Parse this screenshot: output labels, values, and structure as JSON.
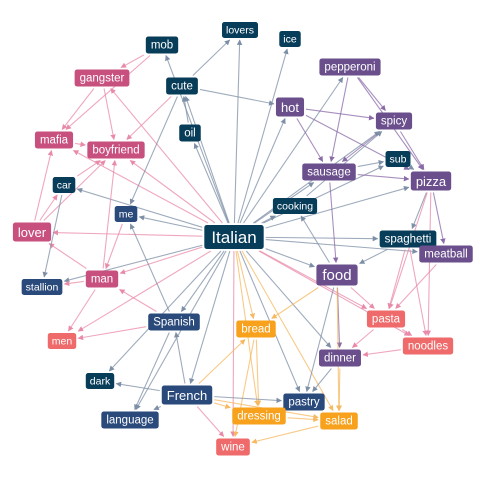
{
  "colors": {
    "darkteal": "#083d5a",
    "navy": "#2a4a7b",
    "purple": "#6a4f8c",
    "magenta": "#c8507e",
    "salmon": "#ef6a6a",
    "orange": "#f7a11d",
    "edge": "#7d8fa6",
    "edge_pink": "#e98aa8",
    "edge_orange": "#f6b860",
    "edge_purple": "#8a6aa8"
  },
  "nodes": [
    {
      "id": "Italian",
      "label": "Italian",
      "color": "darkteal",
      "size": "xl"
    },
    {
      "id": "food",
      "label": "food",
      "color": "purple",
      "size": "l"
    },
    {
      "id": "French",
      "label": "French",
      "color": "navy",
      "size": "m"
    },
    {
      "id": "pizza",
      "label": "pizza",
      "color": "purple",
      "size": "m"
    },
    {
      "id": "hot",
      "label": "hot",
      "color": "purple",
      "size": "m"
    },
    {
      "id": "lover",
      "label": "lover",
      "color": "magenta",
      "size": "m"
    },
    {
      "id": "spaghetti",
      "label": "spaghetti",
      "color": "darkteal",
      "size": "s"
    },
    {
      "id": "mob",
      "label": "mob",
      "color": "darkteal",
      "size": "s"
    },
    {
      "id": "lovers",
      "label": "lovers",
      "color": "darkteal",
      "size": "xs"
    },
    {
      "id": "ice",
      "label": "ice",
      "color": "darkteal",
      "size": "xs"
    },
    {
      "id": "gangster",
      "label": "gangster",
      "color": "magenta",
      "size": "s"
    },
    {
      "id": "cute",
      "label": "cute",
      "color": "darkteal",
      "size": "s"
    },
    {
      "id": "pepperoni",
      "label": "pepperoni",
      "color": "purple",
      "size": "s"
    },
    {
      "id": "spicy",
      "label": "spicy",
      "color": "purple",
      "size": "s"
    },
    {
      "id": "oil",
      "label": "oil",
      "color": "darkteal",
      "size": "s"
    },
    {
      "id": "mafia",
      "label": "mafia",
      "color": "magenta",
      "size": "s"
    },
    {
      "id": "boyfriend",
      "label": "boyfriend",
      "color": "magenta",
      "size": "s"
    },
    {
      "id": "sub",
      "label": "sub",
      "color": "darkteal",
      "size": "xs"
    },
    {
      "id": "sausage",
      "label": "sausage",
      "color": "purple",
      "size": "s"
    },
    {
      "id": "car",
      "label": "car",
      "color": "darkteal",
      "size": "xs"
    },
    {
      "id": "cooking",
      "label": "cooking",
      "color": "darkteal",
      "size": "xs"
    },
    {
      "id": "me",
      "label": "me",
      "color": "navy",
      "size": "xs"
    },
    {
      "id": "meatball",
      "label": "meatball",
      "color": "purple",
      "size": "s"
    },
    {
      "id": "man",
      "label": "man",
      "color": "magenta",
      "size": "s"
    },
    {
      "id": "stallion",
      "label": "stallion",
      "color": "navy",
      "size": "xs"
    },
    {
      "id": "Spanish",
      "label": "Spanish",
      "color": "navy",
      "size": "s"
    },
    {
      "id": "pasta",
      "label": "pasta",
      "color": "salmon",
      "size": "s"
    },
    {
      "id": "bread",
      "label": "bread",
      "color": "orange",
      "size": "s"
    },
    {
      "id": "men",
      "label": "men",
      "color": "salmon",
      "size": "xs"
    },
    {
      "id": "noodles",
      "label": "noodles",
      "color": "salmon",
      "size": "s"
    },
    {
      "id": "dinner",
      "label": "dinner",
      "color": "purple",
      "size": "s"
    },
    {
      "id": "dark",
      "label": "dark",
      "color": "darkteal",
      "size": "xs"
    },
    {
      "id": "pastry",
      "label": "pastry",
      "color": "navy",
      "size": "s"
    },
    {
      "id": "dressing",
      "label": "dressing",
      "color": "orange",
      "size": "s"
    },
    {
      "id": "salad",
      "label": "salad",
      "color": "orange",
      "size": "s"
    },
    {
      "id": "language",
      "label": "language",
      "color": "navy",
      "size": "s"
    },
    {
      "id": "wine",
      "label": "wine",
      "color": "salmon",
      "size": "s"
    }
  ],
  "edges": [
    [
      "Italian",
      "mob"
    ],
    [
      "Italian",
      "cute"
    ],
    [
      "Italian",
      "oil"
    ],
    [
      "Italian",
      "hot"
    ],
    [
      "Italian",
      "ice"
    ],
    [
      "Italian",
      "lovers"
    ],
    [
      "Italian",
      "pepperoni"
    ],
    [
      "Italian",
      "spicy"
    ],
    [
      "Italian",
      "sausage"
    ],
    [
      "Italian",
      "pizza"
    ],
    [
      "Italian",
      "sub"
    ],
    [
      "Italian",
      "cooking"
    ],
    [
      "Italian",
      "spaghetti"
    ],
    [
      "Italian",
      "meatball"
    ],
    [
      "Italian",
      "food"
    ],
    [
      "Italian",
      "pasta"
    ],
    [
      "Italian",
      "noodles"
    ],
    [
      "Italian",
      "dinner"
    ],
    [
      "Italian",
      "bread"
    ],
    [
      "Italian",
      "salad"
    ],
    [
      "Italian",
      "dressing"
    ],
    [
      "Italian",
      "pastry"
    ],
    [
      "Italian",
      "wine"
    ],
    [
      "Italian",
      "French"
    ],
    [
      "Italian",
      "language"
    ],
    [
      "Italian",
      "Spanish"
    ],
    [
      "Italian",
      "dark"
    ],
    [
      "Italian",
      "men"
    ],
    [
      "Italian",
      "man"
    ],
    [
      "Italian",
      "stallion"
    ],
    [
      "Italian",
      "me"
    ],
    [
      "Italian",
      "car"
    ],
    [
      "Italian",
      "lover"
    ],
    [
      "Italian",
      "boyfriend"
    ],
    [
      "Italian",
      "mafia"
    ],
    [
      "Italian",
      "gangster"
    ],
    [
      "mob",
      "gangster"
    ],
    [
      "mob",
      "mafia"
    ],
    [
      "gangster",
      "mafia"
    ],
    [
      "gangster",
      "boyfriend"
    ],
    [
      "cute",
      "boyfriend"
    ],
    [
      "cute",
      "lovers"
    ],
    [
      "cute",
      "me"
    ],
    [
      "cute",
      "hot"
    ],
    [
      "hot",
      "spicy"
    ],
    [
      "hot",
      "pizza"
    ],
    [
      "hot",
      "sausage"
    ],
    [
      "pepperoni",
      "pizza"
    ],
    [
      "pepperoni",
      "spicy"
    ],
    [
      "pepperoni",
      "sausage"
    ],
    [
      "spicy",
      "pizza"
    ],
    [
      "spicy",
      "sausage"
    ],
    [
      "sausage",
      "pizza"
    ],
    [
      "sausage",
      "food"
    ],
    [
      "sausage",
      "sub"
    ],
    [
      "sub",
      "pizza"
    ],
    [
      "pizza",
      "spaghetti"
    ],
    [
      "pizza",
      "meatball"
    ],
    [
      "pizza",
      "pasta"
    ],
    [
      "pizza",
      "noodles"
    ],
    [
      "spaghetti",
      "meatball"
    ],
    [
      "spaghetti",
      "food"
    ],
    [
      "spaghetti",
      "pasta"
    ],
    [
      "spaghetti",
      "noodles"
    ],
    [
      "meatball",
      "pasta"
    ],
    [
      "food",
      "dinner"
    ],
    [
      "food",
      "pasta"
    ],
    [
      "food",
      "bread"
    ],
    [
      "food",
      "cooking"
    ],
    [
      "food",
      "salad"
    ],
    [
      "food",
      "pastry"
    ],
    [
      "pasta",
      "noodles"
    ],
    [
      "pasta",
      "dinner"
    ],
    [
      "noodles",
      "dinner"
    ],
    [
      "dinner",
      "pastry"
    ],
    [
      "dinner",
      "salad"
    ],
    [
      "bread",
      "wine"
    ],
    [
      "bread",
      "dressing"
    ],
    [
      "dressing",
      "salad"
    ],
    [
      "dressing",
      "pastry"
    ],
    [
      "French",
      "language"
    ],
    [
      "French",
      "Spanish"
    ],
    [
      "French",
      "dressing"
    ],
    [
      "French",
      "pastry"
    ],
    [
      "French",
      "wine"
    ],
    [
      "French",
      "bread"
    ],
    [
      "French",
      "salad"
    ],
    [
      "French",
      "dark"
    ],
    [
      "Spanish",
      "language"
    ],
    [
      "Spanish",
      "men"
    ],
    [
      "Spanish",
      "man"
    ],
    [
      "Spanish",
      "me"
    ],
    [
      "man",
      "lover"
    ],
    [
      "man",
      "stallion"
    ],
    [
      "man",
      "boyfriend"
    ],
    [
      "man",
      "men"
    ],
    [
      "lover",
      "boyfriend"
    ],
    [
      "lover",
      "car"
    ],
    [
      "lover",
      "mafia"
    ],
    [
      "car",
      "boyfriend"
    ],
    [
      "car",
      "stallion"
    ],
    [
      "me",
      "man"
    ],
    [
      "mafia",
      "boyfriend"
    ],
    [
      "oil",
      "cute"
    ],
    [
      "cooking",
      "spicy"
    ],
    [
      "salad",
      "wine"
    ]
  ]
}
